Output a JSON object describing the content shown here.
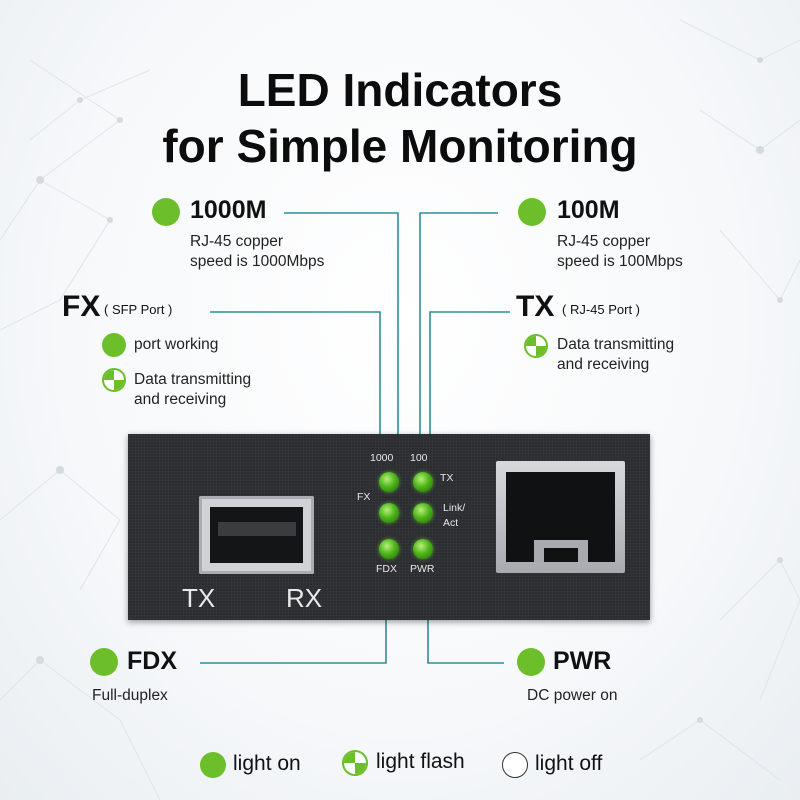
{
  "title": {
    "line1": "LED Indicators",
    "line2": "for Simple Monitoring"
  },
  "callouts": {
    "m1000": {
      "label": "1000M",
      "desc_line1": "RJ-45 copper",
      "desc_line2": "speed is 1000Mbps"
    },
    "m100": {
      "label": "100M",
      "desc_line1": "RJ-45 copper",
      "desc_line2": "speed is 100Mbps"
    },
    "fx": {
      "label": "FX",
      "sub": "( SFP Port )",
      "item1": "port working",
      "item2_line1": "Data transmitting",
      "item2_line2": "and receiving"
    },
    "tx": {
      "label": "TX",
      "sub": "( RJ-45  Port )",
      "item1_line1": "Data transmitting",
      "item1_line2": "and receiving"
    },
    "fdx": {
      "label": "FDX",
      "desc": "Full-duplex"
    },
    "pwr": {
      "label": "PWR",
      "desc": "DC power on"
    }
  },
  "device": {
    "sfp_tx": "TX",
    "sfp_rx": "RX",
    "led_labels": {
      "l1000": "1000",
      "l100": "100",
      "tx": "TX",
      "fx": "FX",
      "link_line1": "Link/",
      "link_line2": "Act",
      "fdx": "FDX",
      "pwr": "PWR"
    }
  },
  "legend": {
    "on": "light on",
    "flash": "light flash",
    "off": "light off"
  },
  "colors": {
    "led_green": "#6cbf2a",
    "leader_line": "#2d8f99",
    "device_body": "#2b2d30"
  }
}
